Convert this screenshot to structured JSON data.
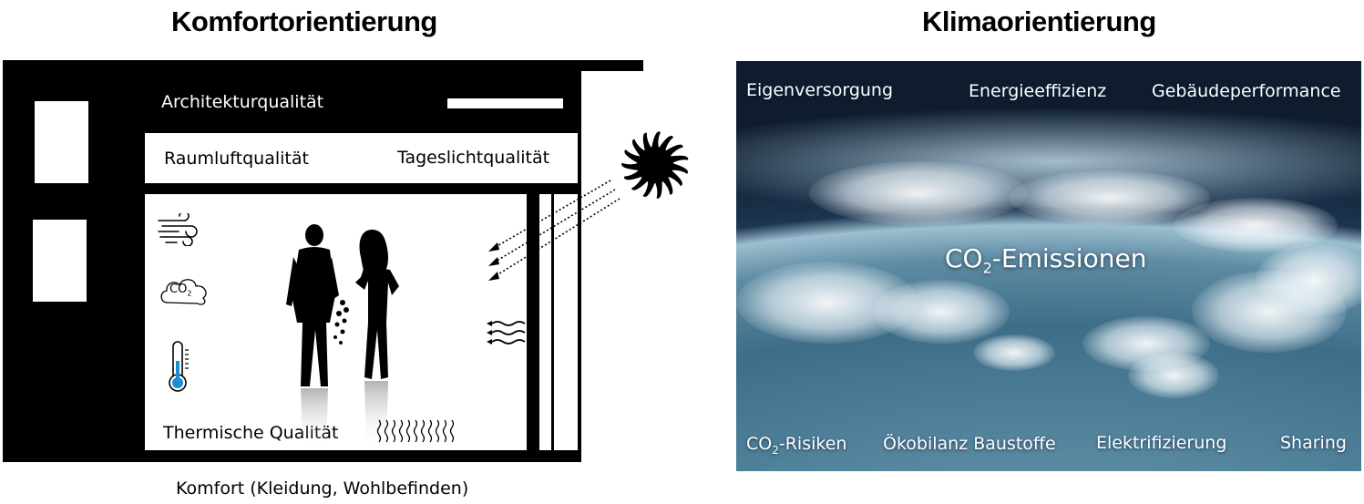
{
  "left": {
    "title": "Komfortorientierung",
    "architektur": "Architekturqualität",
    "raumluft": "Raumluftqualität",
    "tageslicht": "Tageslichtqualität",
    "co2_icon_text": "CO",
    "co2_icon_sub": "2",
    "thermisch": "Thermische Qualität",
    "komfort": "Komfort (Kleidung, Wohlbefinden)"
  },
  "right": {
    "title": "Klimaorientierung",
    "top_labels": [
      "Eigenversorgung",
      "Energieeffizienz",
      "Gebäudeperformance"
    ],
    "center_main": "CO",
    "center_sub": "2",
    "center_rest": "-Emissionen",
    "bottom_co2": "CO",
    "bottom_co2_sub": "2",
    "bottom_co2_rest": "-Risiken",
    "bottom_labels": [
      "Ökobilanz Baustoffe",
      "Elektrifizierung",
      "Sharing"
    ]
  },
  "colors": {
    "building": "#000000",
    "thermometer_bulb": "#1b8fd0"
  }
}
